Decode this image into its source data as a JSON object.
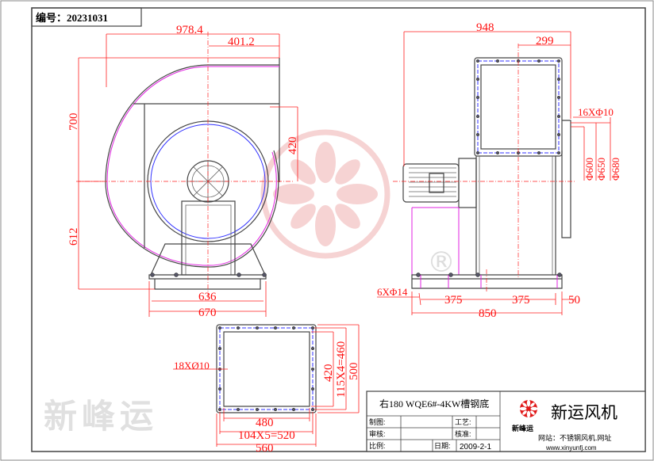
{
  "drawing_number": "编号：20231031",
  "colors": {
    "dimension": "#ff2020",
    "outline": "#444444",
    "inlet": "#3030ff",
    "accent": "#e020e0",
    "watermark": "#f0c8c8"
  },
  "front_view": {
    "dims": {
      "overall_width": "978.4",
      "outlet_offset": "401.2",
      "height_upper": "700",
      "height_lower": "612",
      "outlet_height": "420",
      "base_inner": "636",
      "base_outer": "670"
    }
  },
  "side_view": {
    "dims": {
      "overall_length": "948",
      "outlet_offset": "299",
      "flange_holes": "16XΦ10",
      "d1": "Φ600",
      "d2": "Φ650",
      "d3": "Φ680",
      "base_holes": "6XΦ14",
      "spacing_1": "375",
      "spacing_2": "375",
      "edge": "50",
      "base_length": "850"
    }
  },
  "outlet_view": {
    "dims": {
      "holes": "18XØ10",
      "inner_width": "480",
      "bolt_pitch_w": "104X5=520",
      "outer_width": "560",
      "inner_height": "420",
      "bolt_pitch_h": "115X4=460",
      "outer_height": "500"
    }
  },
  "watermark": {
    "text": "新峰运",
    "registered": "®"
  },
  "title_block": {
    "title": "右180  WQE6#-4KW槽钢底",
    "drawn_by_label": "制图:",
    "process_label": "工艺:",
    "review_label": "审核:",
    "approve_label": "核准:",
    "scale_label": "比例:",
    "date_label": "日期:",
    "date": "2009-2-1",
    "company": "新运风机",
    "logo_text": "新峰运",
    "website_label": "网站：不锈钢风机.网址",
    "website": "www.xinyunfj.com"
  }
}
